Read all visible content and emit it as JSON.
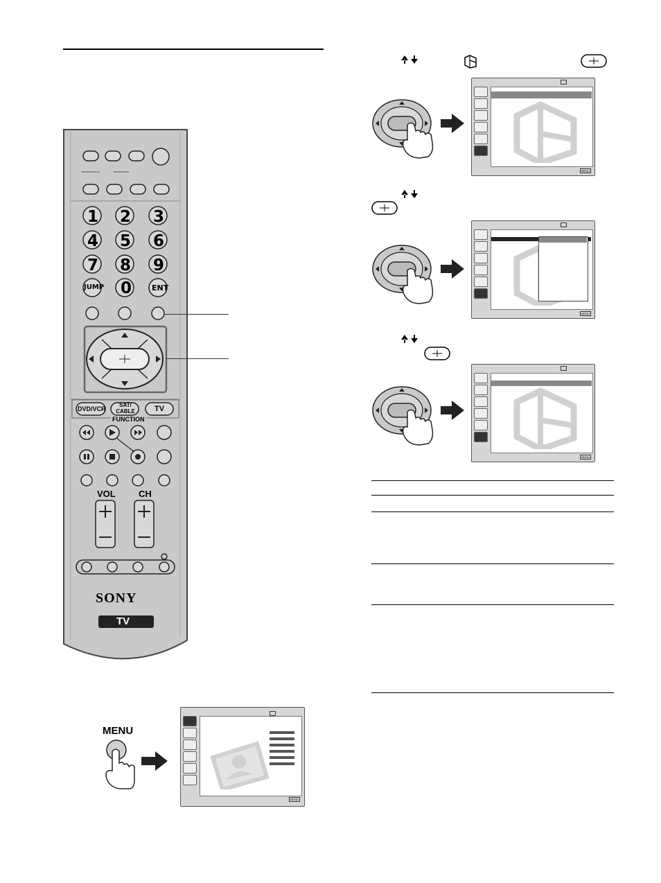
{
  "remote": {
    "numbers": [
      "1",
      "2",
      "3",
      "4",
      "5",
      "6",
      "7",
      "8",
      "9",
      "0"
    ],
    "jump_label": "JUMP",
    "ent_label": "ENT",
    "function_buttons": [
      "DVD/VCR",
      "SAT/ CABLE",
      "TV"
    ],
    "function_label": "FUNCTION",
    "vol_label": "VOL",
    "ch_label": "CH",
    "brand": "SONY",
    "mode_badge": "TV"
  },
  "menu_step": {
    "label": "MENU"
  },
  "osd_footer_label": "MENU"
}
